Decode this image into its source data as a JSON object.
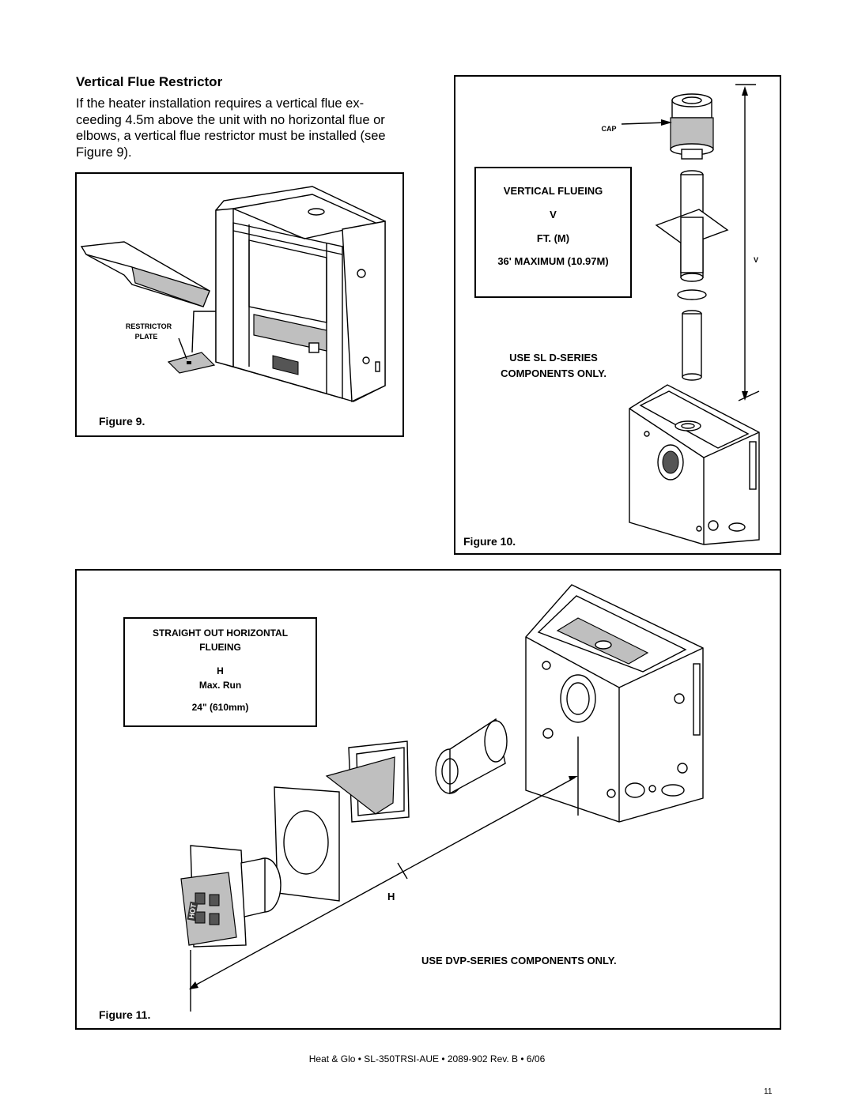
{
  "section": {
    "heading": "Vertical Flue Restrictor",
    "intro": "If the heater installation requires a vertical flue ex- ceeding 4.5m above the unit with no horizontal flue or elbows, a vertical flue restrictor must be installed (see Figure 9)."
  },
  "figure9": {
    "caption": "Figure  9.",
    "label_restrictor": "RESTRICTOR",
    "label_plate": "PLATE"
  },
  "figure10": {
    "caption": "Figure  10.",
    "cap_label": "CAP",
    "v_label": "V",
    "box": {
      "line1": "VERTICAL FLUEING",
      "line2": "V",
      "line3": "FT. (M)",
      "line4": "36' MAXIMUM (10.97M)"
    },
    "note_line1": "USE SL D-SERIES",
    "note_line2": "COMPONENTS ONLY."
  },
  "figure11": {
    "caption": "Figure 11.",
    "box": {
      "line1": "STRAIGHT OUT HORIZONTAL",
      "line2": "FLUEING",
      "line3": "H",
      "line4": "Max. Run",
      "line5": "24\"  (610mm)"
    },
    "h_label": "H",
    "hot_label": "HOT",
    "note": "USE DVP-SERIES COMPONENTS ONLY."
  },
  "footer": {
    "text": "Heat & Glo  •  SL-350TRSI-AUE  •  2089-902  Rev. B  •  6/06",
    "page_number": "11"
  }
}
